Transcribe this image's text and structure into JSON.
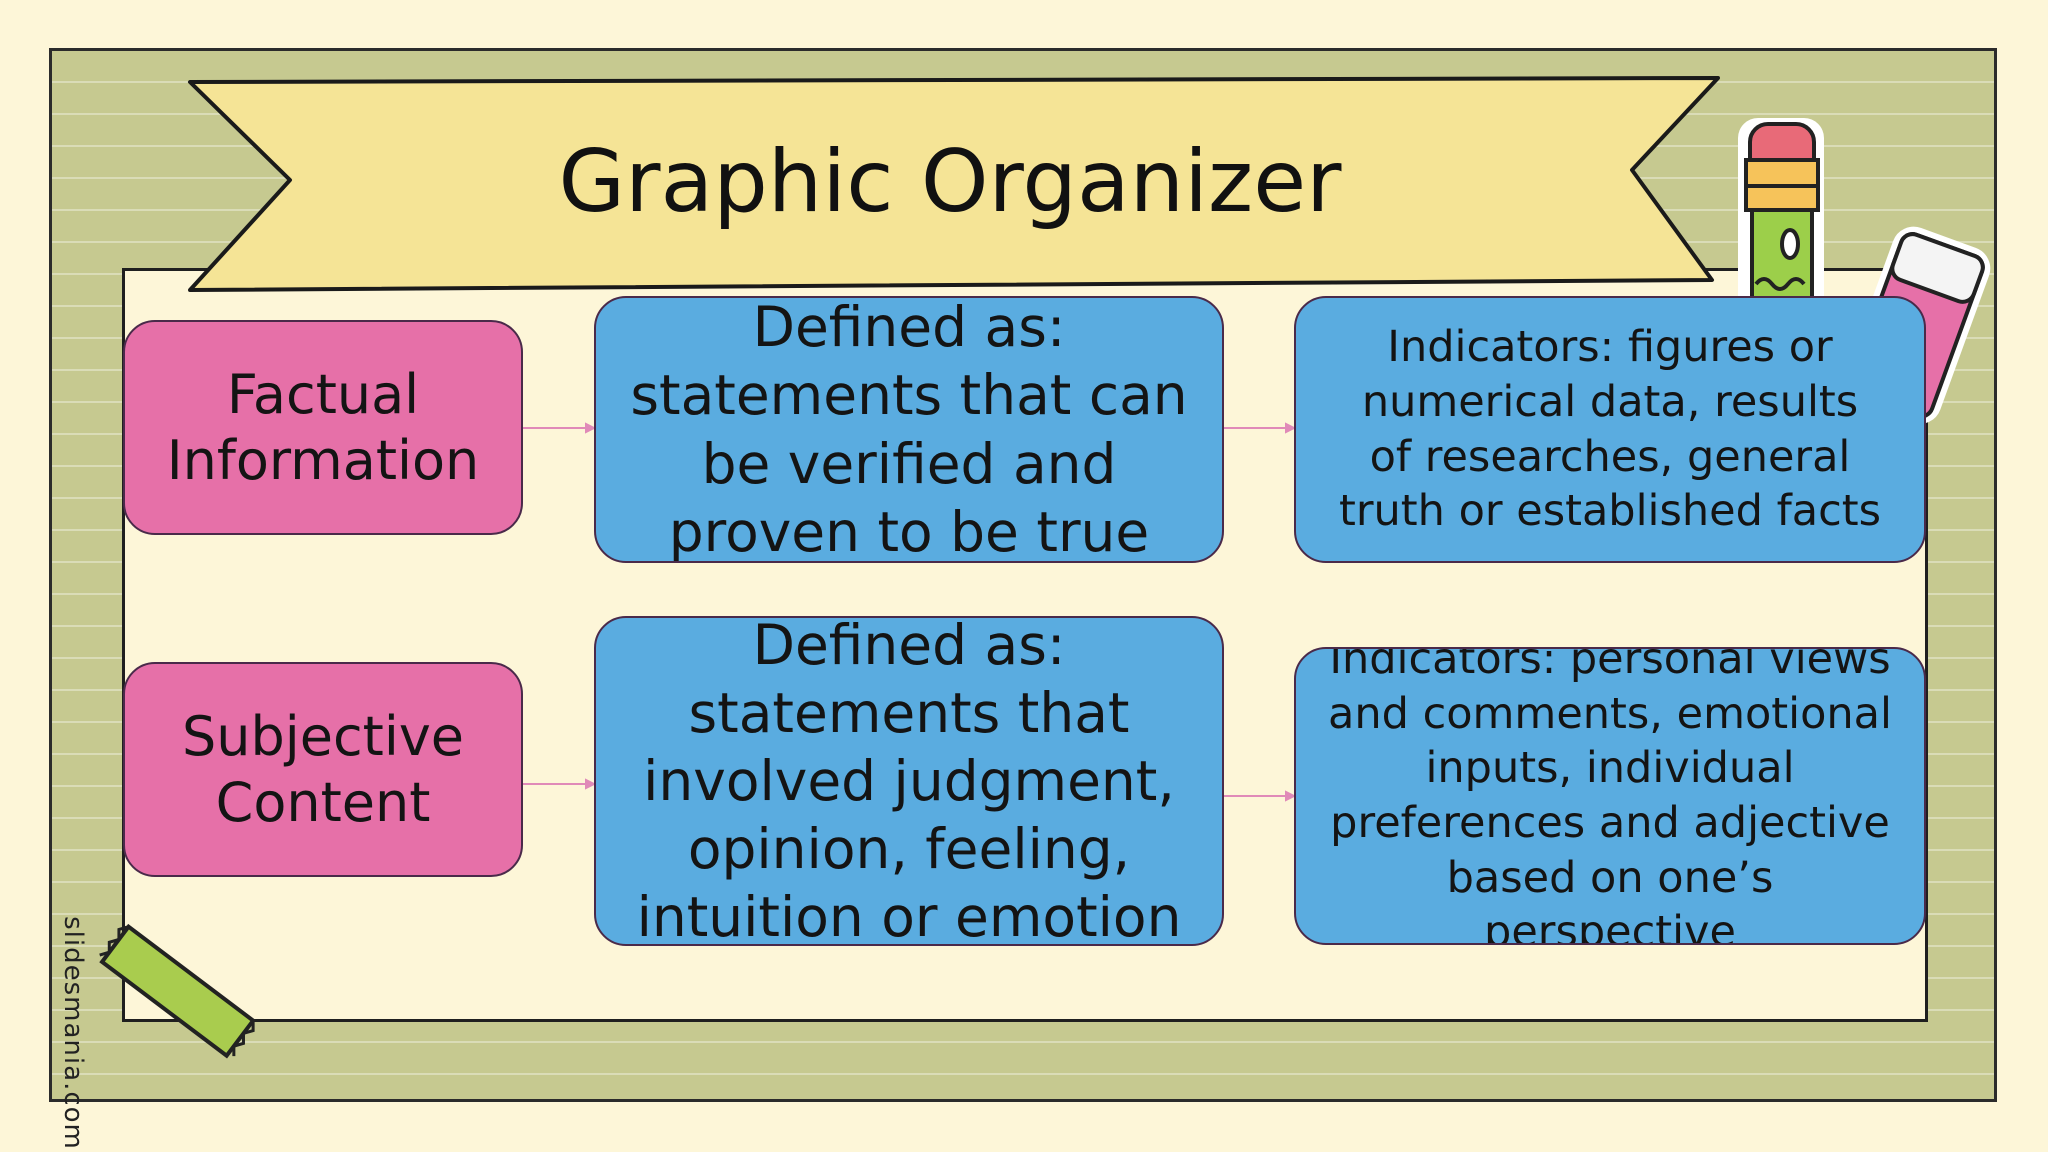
{
  "slide": {
    "title": "Graphic Organizer",
    "credit": "slidesmania.com"
  },
  "rows": [
    {
      "category": "Factual Information",
      "definition": "Defined as: statements that can be verified and proven to be true",
      "indicators": "Indicators: figures or numerical data, results of researches, general truth or established facts"
    },
    {
      "category": "Subjective Content",
      "definition": "Defined as: statements that involved judgment, opinion, feeling, intuition or emotion",
      "indicators": "Indicators: personal views and comments, emotional inputs, individual preferences and adjective based on one’s perspective"
    }
  ],
  "colors": {
    "category_box": "#e670a8",
    "detail_box": "#5aace0",
    "banner": "#f5e496",
    "board": "#c6c990",
    "paper": "#fdf6d8",
    "connector": "#e08ab8"
  },
  "decorations": [
    "pencil-icon",
    "eraser-icon",
    "tape-icon"
  ]
}
